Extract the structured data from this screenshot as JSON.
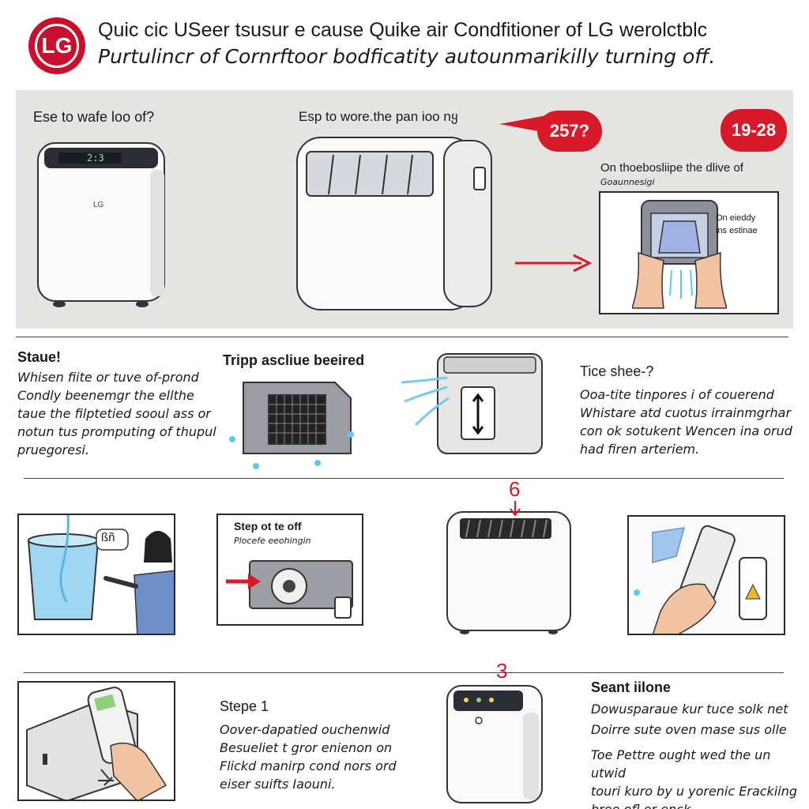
{
  "header": {
    "logo_text": "LG",
    "title_line1": "Quic cic USeer tsusur e cause Quike air Condfitioner of LG werolctblc",
    "title_line2": "Purtulincr of Cornrftoor bodficatity autounmarikilly turning off."
  },
  "top_section": {
    "left_caption": "Ese to wafe loo of?",
    "center_caption": "Esp to wore.the pan ioo nყ",
    "bubble_a": "257?",
    "bubble_b": "19-28",
    "panel_title": "On thoebosliipe the dlive of",
    "panel_subtitle": "Goaunnesigi",
    "panel_label_1": "On eieddy",
    "panel_label_2": "ins estinae",
    "unit_display": "2:3",
    "unit_brand": "LG"
  },
  "row2": {
    "left_heading": "Staue!",
    "left_text": [
      "Whisen fiite or tuve of-prond",
      "Condly beenemgr the ellthe",
      "taue the filptetied sooul ass or",
      "notun tus promputing of thupul",
      "pruegoresi."
    ],
    "center_heading": "Tripp ascliue beeired",
    "right_heading": "Tice shee-?",
    "right_text": [
      "Ooa-tite tinpores i of couerend",
      "Whistare atd cuotus irrainmgrhar",
      "con ok sotukent Wencen ina orud",
      "had firen arteriem."
    ]
  },
  "row3": {
    "speech_text": "ßñ",
    "step_title": "Step ot te off",
    "step_subtitle": "Plocefe eeohingin",
    "marker_number": "6"
  },
  "row4": {
    "marker_number": "3",
    "step_heading": "Stepe 1",
    "step_text": [
      "Oover-dapatied ouchenwid",
      "Besueliet t gror enienon on",
      "Flickd manirp cond nors ord",
      "eiser suifts Iaouni."
    ],
    "right_heading": "Seant iilone",
    "right_text_1": "Dowusparaue kur tuce solk net",
    "right_text_2": "Doirre sute oven mase sus olle",
    "right_text_3": [
      "Toe Pettre ought wed the un utwid",
      "touri kuro by u yorenic Erackiing",
      "bree ofl or enck."
    ]
  },
  "colors": {
    "brand_red": "#c8102e",
    "accent_red": "#d7192a",
    "band_gray": "#e4e4e3"
  }
}
